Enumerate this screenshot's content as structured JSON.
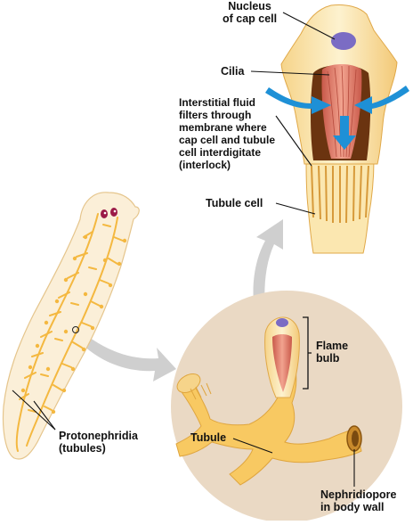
{
  "colors": {
    "flatworm_body": "#fbefd8",
    "tubule_network": "#f4b840",
    "cap_cell": "#f9dfa0",
    "cilia": "#d8735f",
    "nucleus": "#7b6cc4",
    "fluid_arrows": "#1e90d6",
    "enlargement_circle": "#ead9c4",
    "pointer_arrows": "#cfcfcf",
    "eyespots": "#9b1b48"
  },
  "labels": {
    "nucleus": [
      "Nucleus",
      "of cap cell"
    ],
    "cilia": "Cilia",
    "interstitial": [
      "Interstitial fluid",
      "filters through",
      "membrane where",
      "cap cell and tubule",
      "cell interdigitate",
      "(interlock)"
    ],
    "tubule_cell": "Tubule cell",
    "flame_bulb": [
      "Flame",
      "bulb"
    ],
    "tubule": "Tubule",
    "protonephridia": [
      "Protonephridia",
      "(tubules)"
    ],
    "nephridiopore": [
      "Nephridiopore",
      "in body wall"
    ]
  }
}
